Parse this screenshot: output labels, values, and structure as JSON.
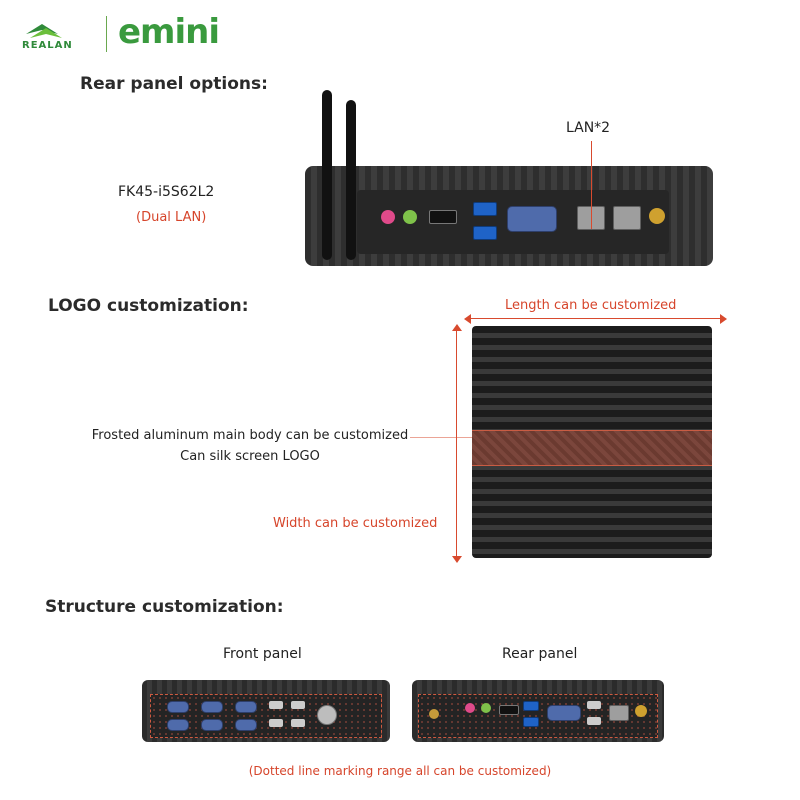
{
  "header": {
    "brand_sub": "REALAN",
    "brand_name": "emini"
  },
  "sections": {
    "rear_panel_title": "Rear panel options:",
    "logo_title": "LOGO customization:",
    "structure_title": "Structure customization:"
  },
  "rear_option": {
    "model": "FK45-i5S62L2",
    "model_note": "(Dual LAN)",
    "lan_label": "LAN*2"
  },
  "logo_customization": {
    "length_note": "Length can be customized",
    "width_note": "Width can be customized",
    "body_line1": "Frosted aluminum main body can be customized",
    "body_line2": "Can silk screen LOGO"
  },
  "structure": {
    "front_label": "Front panel",
    "rear_label": "Rear panel",
    "footnote": "(Dotted line marking range all can be customized)"
  },
  "colors": {
    "brand_green": "#3a9a3e",
    "accent_red": "#d6452b"
  }
}
